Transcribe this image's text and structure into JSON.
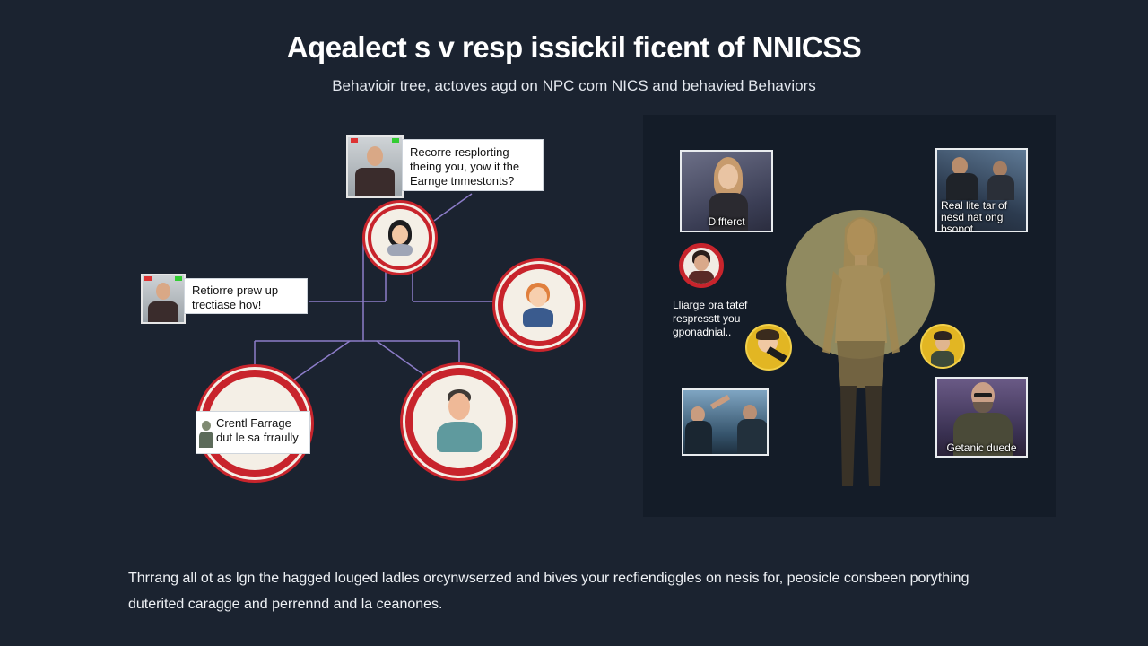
{
  "header": {
    "title": "Aqealect s v resp issickil ficent of NNICSS",
    "subtitle": "Behavioir tree, actoves agd on NPC com NICS and behavied Behaviors"
  },
  "tree": {
    "card_top": [
      "Recorre resplorting",
      "theing you, yow it the",
      "Earnge tnmestonts?"
    ],
    "card_left": [
      "Retiorre prew up",
      "trectiase hov!"
    ],
    "card_bottom": [
      "Crentl Farrage",
      "dut le sa frraully"
    ]
  },
  "panel": {
    "photo_top_left": "Diffterct",
    "photo_top_right": [
      "Real lite tar of",
      "nesd nat ong",
      "bsopot."
    ],
    "photo_bottom_right": "Getanic duede",
    "side_text": [
      "Lliarge ora tatef",
      "respresstt you",
      "gponadnial.."
    ]
  },
  "footer": {
    "lines": [
      "Thrrang all ot as lgn the hagged louged ladles orcynwserzed and bives your recfiendiggles on nesis for, peosicle consbeen porything",
      "duterited caragge and perrennd and la ceanones."
    ]
  },
  "colors": {
    "background": "#1b2330",
    "panel": "#141c28",
    "ring": "#c8242c",
    "connector": "#8c7cc8",
    "accent_gold": "#e2b623",
    "center_circle": "#aca26c"
  },
  "icons": [
    "person-avatar-icon",
    "speech-card-thumbnail-icon"
  ]
}
